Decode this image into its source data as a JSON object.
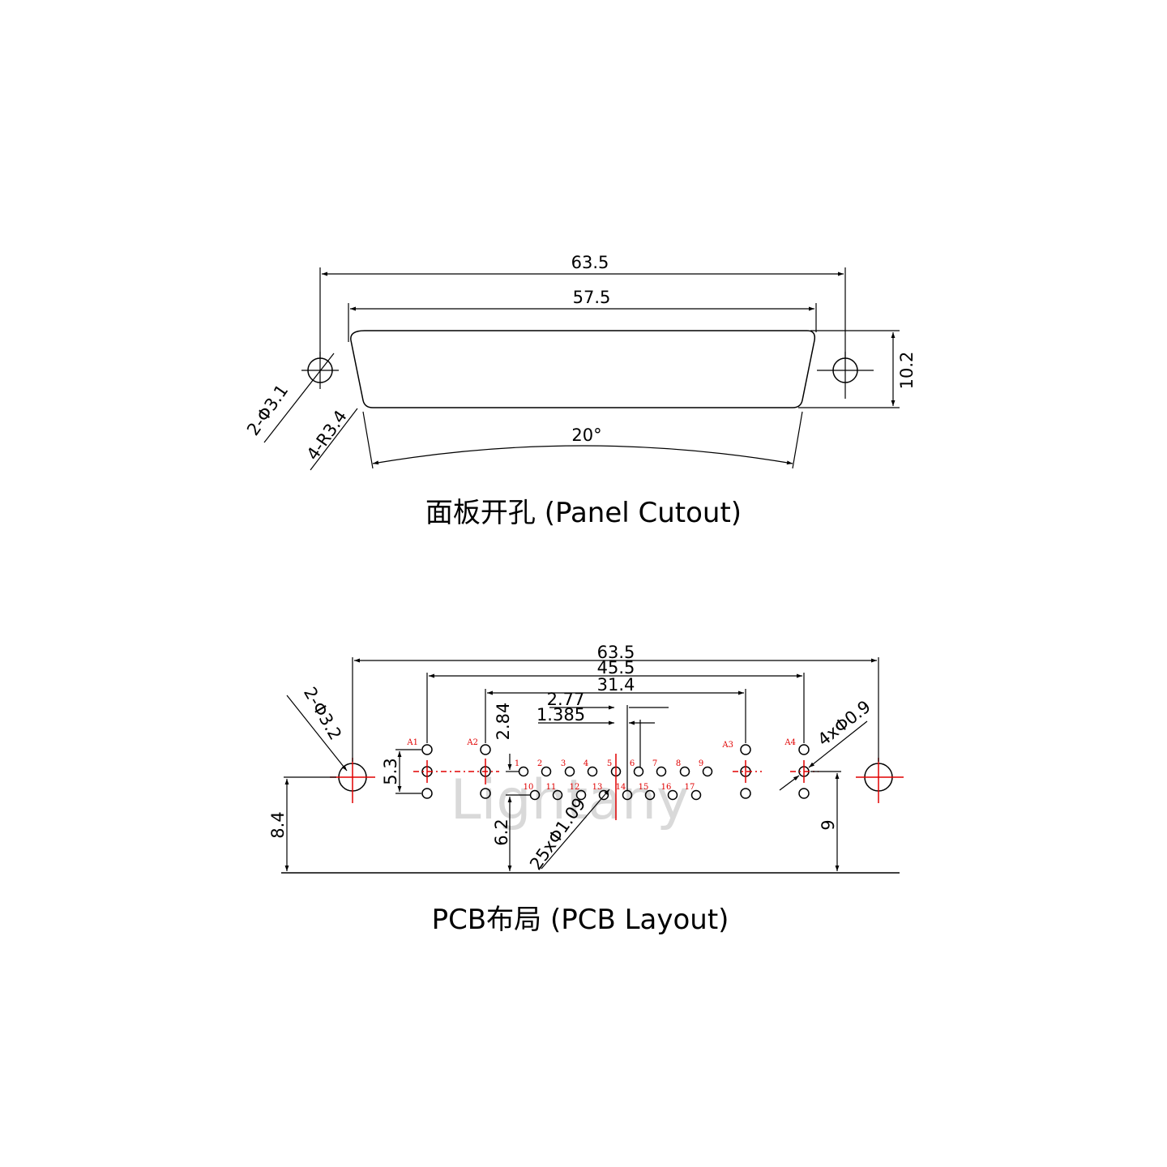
{
  "panel": {
    "width_overall": "63.5",
    "width_cutout": "57.5",
    "height": "10.2",
    "angle": "20°",
    "hole_note": "2-Φ3.1",
    "radius_note": "4-R3.4",
    "caption": "面板开孔 (Panel Cutout)"
  },
  "pcb": {
    "width_overall": "63.5",
    "width_shell": "45.5",
    "width_inner": "31.4",
    "pitch_pin": "2.77",
    "row_offset": "1.385",
    "row_pitch": "2.84",
    "row_height": "6.2",
    "shell_span": "5.3",
    "mount_height": "8.4",
    "shell_height": "9",
    "mount_hole_note": "2-Φ3.2",
    "pin_hole_note": "25xΦ1.09",
    "shell_hole_note": "4xΦ0.9",
    "shell_labels": [
      "A1",
      "A2",
      "A3",
      "A4"
    ],
    "pin_labels": [
      "1",
      "2",
      "3",
      "4",
      "5",
      "6",
      "7",
      "8",
      "9",
      "10",
      "11",
      "12",
      "13",
      "14",
      "15",
      "16",
      "17"
    ],
    "watermark": "Lightany",
    "caption": "PCB布局 (PCB Layout)"
  },
  "colors": {
    "line": "#000000",
    "centerline": "#e00000",
    "watermark": "#d9d9d9"
  }
}
